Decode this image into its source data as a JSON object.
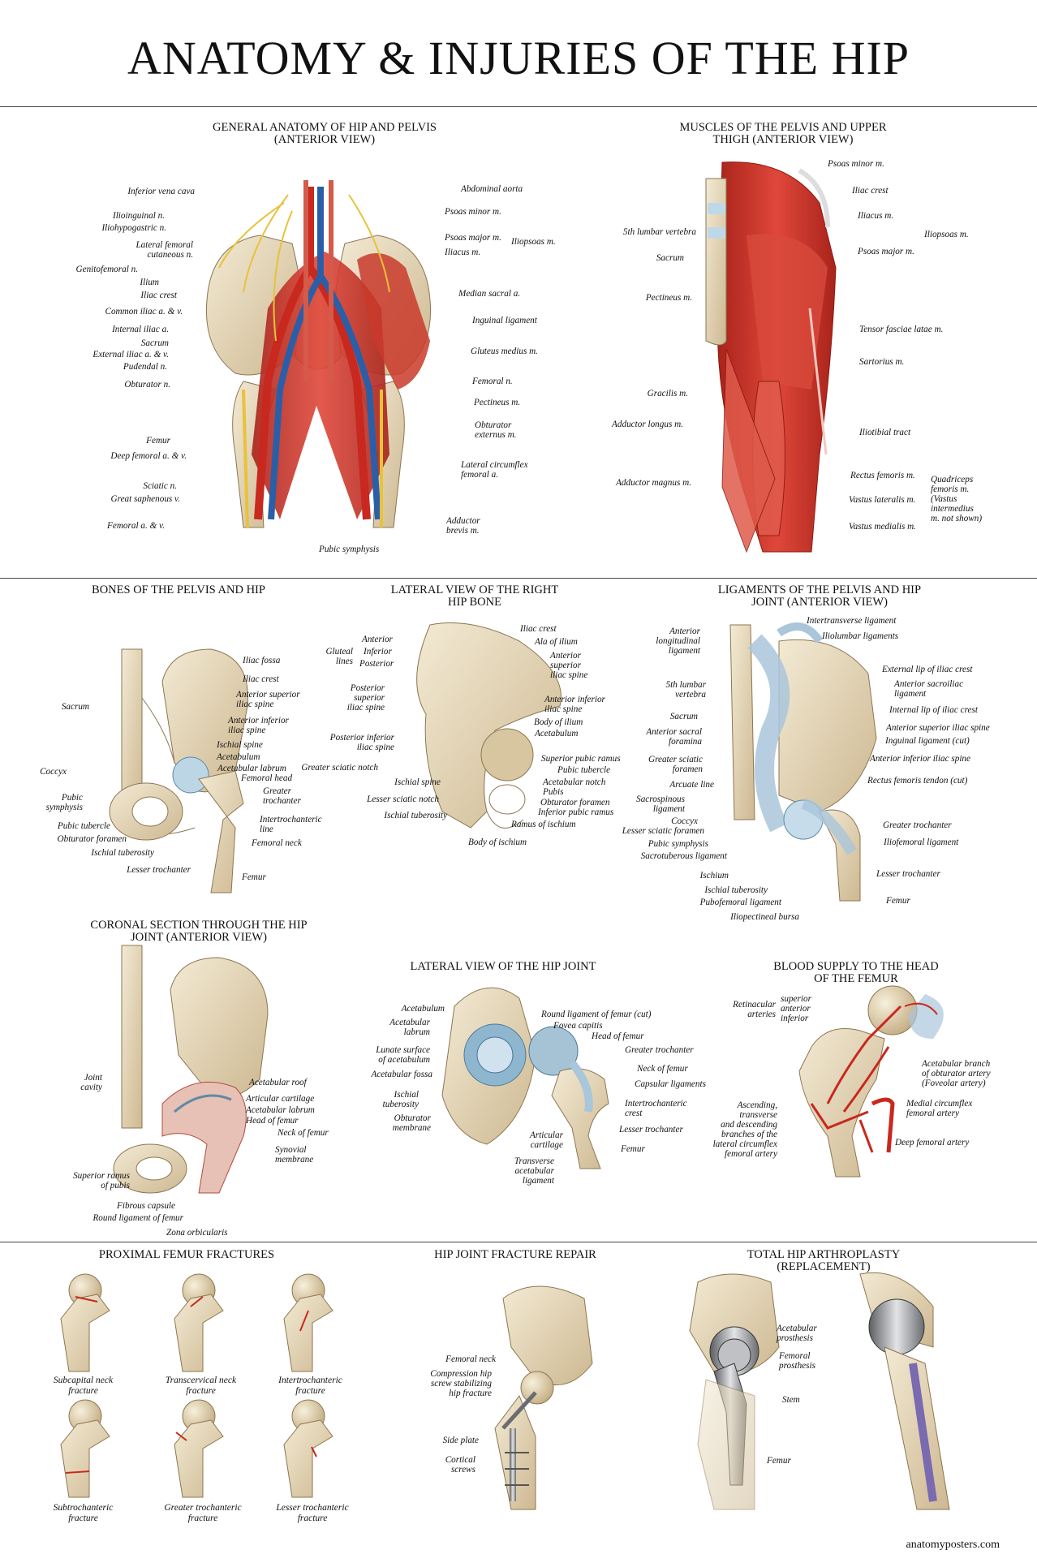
{
  "title": "ANATOMY & INJURIES OF THE HIP",
  "footer": "anatomyposters.com",
  "panels": {
    "general": {
      "title": "GENERAL  ANATOMY OF HIP AND PELVIS\n(ANTERIOR VIEW)",
      "left": [
        "Inferior vena cava",
        "Ilioinguinal n.",
        "Iliohypogastric n.",
        "Lateral femoral\ncutaneous n.",
        "Genitofemoral n.",
        "Ilium",
        "Iliac crest",
        "Common iliac a. & v.",
        "Internal iliac a.",
        "Sacrum",
        "External iliac a. & v.",
        "Pudendal n.",
        "Obturator n.",
        "Femur",
        "Deep femoral a. & v.",
        "Sciatic n.",
        "Great saphenous v.",
        "Femoral a. & v."
      ],
      "right": [
        "Abdominal aorta",
        "Psoas minor m.",
        "Psoas major m.",
        "Iliacus m.",
        "Iliopsoas m.",
        "Median sacral a.",
        "Inguinal ligament",
        "Gluteus medius m.",
        "Femoral n.",
        "Pectineus m.",
        "Obturator\nexternus m.",
        "Lateral circumflex\nfemoral a.",
        "Adductor\nbrevis m."
      ],
      "bottom": "Pubic symphysis"
    },
    "muscles": {
      "title": "MUSCLES OF THE PELVIS AND UPPER\nTHIGH  (ANTERIOR VIEW)",
      "left": [
        "5th lumbar vertebra",
        "Sacrum",
        "Pectineus m.",
        "Gracilis m.",
        "Adductor longus m.",
        "Adductor magnus m."
      ],
      "right": [
        "Psoas minor m.",
        "Iliac crest",
        "Iliacus m.",
        "Psoas major m.",
        "Iliopsoas m.",
        "Tensor fasciae latae m.",
        "Sartorius m.",
        "Iliotibial tract",
        "Rectus femoris m.",
        "Vastus lateralis m.",
        "Vastus medialis m.",
        "Quadriceps\nfemoris m.\n(Vastus\nintermedius\nm. not shown)"
      ]
    },
    "bones": {
      "title": "BONES OF THE PELVIS AND HIP",
      "left": [
        "Sacrum",
        "Coccyx",
        "Pubic\nsymphysis",
        "Pubic tubercle",
        "Obturator foramen",
        "Ischial tuberosity",
        "Lesser trochanter"
      ],
      "right": [
        "Iliac fossa",
        "Iliac crest",
        "Anterior superior\niliac spine",
        "Anterior inferior\niliac spine",
        "Ischial spine",
        "Acetabulum",
        "Acetabular labrum",
        "Femoral head",
        "Greater\ntrochanter",
        "Intertrochanteric\nline",
        "Femoral neck",
        "Femur"
      ]
    },
    "lateral_bone": {
      "title": "LATERAL VIEW OF THE RIGHT\nHIP BONE",
      "left": [
        "Gluteal\nlines",
        "Anterior",
        "Inferior",
        "Posterior",
        "Posterior\nsuperior\niliac spine",
        "Posterior inferior\niliac spine",
        "Greater sciatic notch",
        "Ischial spine",
        "Lesser sciatic notch",
        "Ischial tuberosity"
      ],
      "right": [
        "Iliac crest",
        "Ala of ilium",
        "Anterior\nsuperior\niliac spine",
        "Anterior inferior\niliac spine",
        "Body of ilium",
        "Acetabulum",
        "Superior pubic ramus",
        "Pubic tubercle",
        "Acetabular notch",
        "Pubis",
        "Obturator foramen",
        "Inferior pubic ramus",
        "Ramus of ischium"
      ],
      "bottom": "Body of ischium"
    },
    "ligaments": {
      "title": "LIGAMENTS OF THE PELVIS AND HIP\nJOINT (ANTERIOR VIEW)",
      "left": [
        "Anterior\nlongitudinal\nligament",
        "5th lumbar\nvertebra",
        "Sacrum",
        "Anterior sacral\nforamina",
        "Greater sciatic\nforamen",
        "Arcuate line",
        "Sacrospinous\nligament",
        "Coccyx",
        "Lesser sciatic foramen",
        "Pubic symphysis",
        "Sacrotuberous ligament",
        "Ischium",
        "Ischial tuberosity",
        "Pubofemoral ligament",
        "Iliopectineal bursa"
      ],
      "right": [
        "Intertransverse ligament",
        "Iliolumbar ligaments",
        "External lip of iliac crest",
        "Anterior sacroiliac\nligament",
        "Internal lip of iliac crest",
        "Anterior superior iliac spine",
        "Inguinal ligament (cut)",
        "Anterior inferior iliac spine",
        "Rectus femoris tendon (cut)",
        "Greater trochanter",
        "Iliofemoral ligament",
        "Lesser trochanter",
        "Femur"
      ]
    },
    "coronal": {
      "title": "CORONAL SECTION THROUGH THE HIP\nJOINT (ANTERIOR VIEW)",
      "left": [
        "Joint\ncavity",
        "Superior ramus\nof pubis",
        "Fibrous capsule",
        "Round ligament of femur",
        "Zona orbicularis"
      ],
      "right": [
        "Acetabular roof",
        "Articular cartilage",
        "Acetabular labrum",
        "Head of femur",
        "Neck of femur",
        "Synovial\nmembrane"
      ]
    },
    "lateral_joint": {
      "title": "LATERAL VIEW OF THE HIP JOINT",
      "left": [
        "Acetabulum",
        "Acetabular\nlabrum",
        "Lunate surface\nof acetabulum",
        "Acetabular fossa",
        "Ischial\ntuberosity",
        "Obturator\nmembrane"
      ],
      "right": [
        "Round ligament of femur (cut)",
        "Fovea capitis",
        "Head of femur",
        "Greater trochanter",
        "Neck of femur",
        "Capsular ligaments",
        "Intertrochanteric\ncrest",
        "Lesser trochanter",
        "Femur"
      ],
      "bottom": [
        "Articular\ncartilage",
        "Transverse\nacetabular\nligament"
      ]
    },
    "blood": {
      "title": "BLOOD SUPPLY TO THE HEAD\nOF THE FEMUR",
      "left": [
        "Retinacular\narteries",
        "superior\nanterior\ninferior",
        "Ascending,\ntransverse\nand descending\nbranches of the\nlateral circumflex\nfemoral artery"
      ],
      "right": [
        "Acetabular branch\nof obturator artery\n(Foveolar artery)",
        "Medial circumflex\nfemoral artery",
        "Deep femoral artery"
      ]
    },
    "fractures": {
      "title": "PROXIMAL FEMUR FRACTURES",
      "items": [
        "Subcapital neck\nfracture",
        "Transcervical neck\nfracture",
        "Intertrochanteric\nfracture",
        "Subtrochanteric\nfracture",
        "Greater trochanteric\nfracture",
        "Lesser trochanteric\nfracture"
      ]
    },
    "repair": {
      "title": "HIP JOINT FRACTURE REPAIR",
      "left": [
        "Femoral neck",
        "Compression hip\nscrew stabilizing\nhip fracture",
        "Side plate",
        "Cortical\nscrews"
      ]
    },
    "arthroplasty": {
      "title": "TOTAL HIP ARTHROPLASTY\n(REPLACEMENT)",
      "right": [
        "Acetabular\nprosthesis",
        "Femoral\nprosthesis",
        "Stem",
        "Femur"
      ]
    }
  },
  "colors": {
    "bone": "#e8dcc0",
    "bone_dark": "#c9b48d",
    "artery": "#c8281e",
    "vein": "#2a5fa8",
    "nerve": "#e8c23a",
    "muscle": "#c9392c",
    "ligament": "#a9c6db",
    "metal": "#8a8c90"
  }
}
